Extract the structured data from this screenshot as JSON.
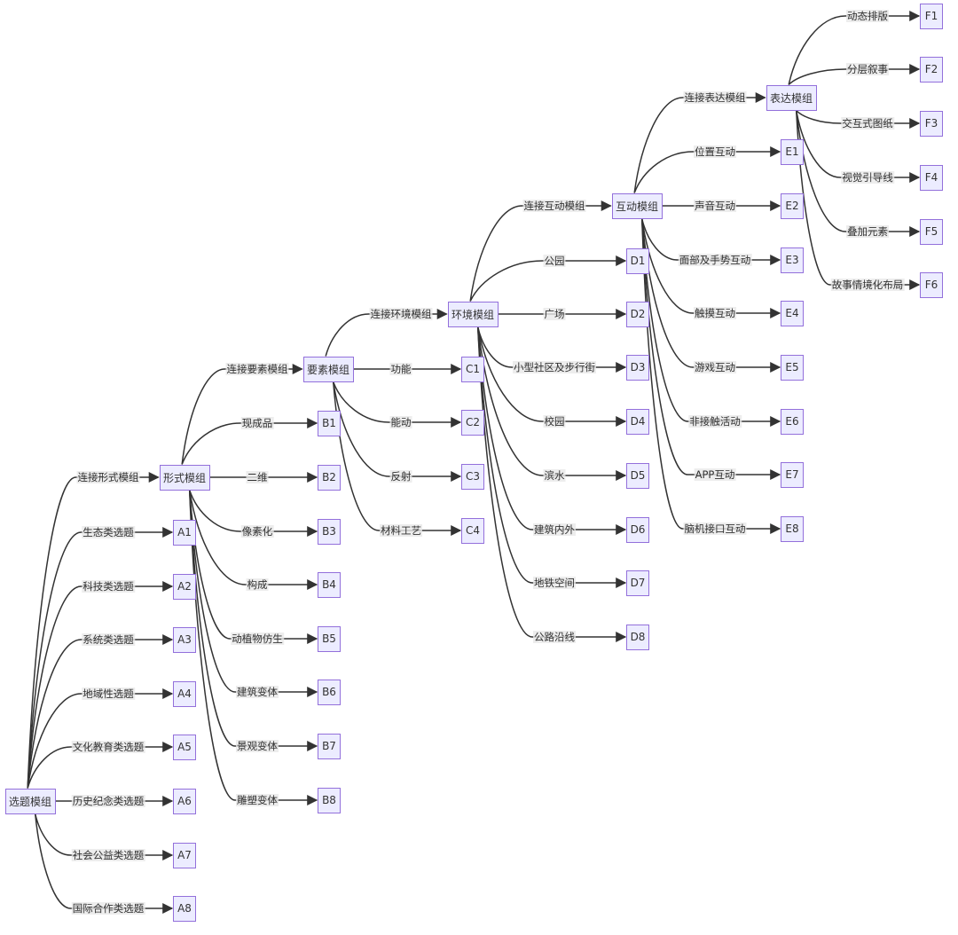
{
  "colors": {
    "node_fill": "#ECECFF",
    "node_border": "#9370DB",
    "edge": "#333333",
    "label_bg": "#E8E8E8"
  },
  "nodes": [
    {
      "id": "S",
      "label": "选题模组"
    },
    {
      "id": "A1",
      "label": "A1"
    },
    {
      "id": "A2",
      "label": "A2"
    },
    {
      "id": "A3",
      "label": "A3"
    },
    {
      "id": "A4",
      "label": "A4"
    },
    {
      "id": "A5",
      "label": "A5"
    },
    {
      "id": "A6",
      "label": "A6"
    },
    {
      "id": "A7",
      "label": "A7"
    },
    {
      "id": "A8",
      "label": "A8"
    },
    {
      "id": "FM",
      "label": "形式模组"
    },
    {
      "id": "B1",
      "label": "B1"
    },
    {
      "id": "B2",
      "label": "B2"
    },
    {
      "id": "B3",
      "label": "B3"
    },
    {
      "id": "B4",
      "label": "B4"
    },
    {
      "id": "B5",
      "label": "B5"
    },
    {
      "id": "B6",
      "label": "B6"
    },
    {
      "id": "B7",
      "label": "B7"
    },
    {
      "id": "B8",
      "label": "B8"
    },
    {
      "id": "YM",
      "label": "要素模组"
    },
    {
      "id": "C1",
      "label": "C1"
    },
    {
      "id": "C2",
      "label": "C2"
    },
    {
      "id": "C3",
      "label": "C3"
    },
    {
      "id": "C4",
      "label": "C4"
    },
    {
      "id": "HM",
      "label": "环境模组"
    },
    {
      "id": "D1",
      "label": "D1"
    },
    {
      "id": "D2",
      "label": "D2"
    },
    {
      "id": "D3",
      "label": "D3"
    },
    {
      "id": "D4",
      "label": "D4"
    },
    {
      "id": "D5",
      "label": "D5"
    },
    {
      "id": "D6",
      "label": "D6"
    },
    {
      "id": "D7",
      "label": "D7"
    },
    {
      "id": "D8",
      "label": "D8"
    },
    {
      "id": "IM",
      "label": "互动模组"
    },
    {
      "id": "E1",
      "label": "E1"
    },
    {
      "id": "E2",
      "label": "E2"
    },
    {
      "id": "E3",
      "label": "E3"
    },
    {
      "id": "E4",
      "label": "E4"
    },
    {
      "id": "E5",
      "label": "E5"
    },
    {
      "id": "E6",
      "label": "E6"
    },
    {
      "id": "E7",
      "label": "E7"
    },
    {
      "id": "E8",
      "label": "E8"
    },
    {
      "id": "BM",
      "label": "表达模组"
    },
    {
      "id": "F1",
      "label": "F1"
    },
    {
      "id": "F2",
      "label": "F2"
    },
    {
      "id": "F3",
      "label": "F3"
    },
    {
      "id": "F4",
      "label": "F4"
    },
    {
      "id": "F5",
      "label": "F5"
    },
    {
      "id": "F6",
      "label": "F6"
    }
  ],
  "edges": [
    {
      "from": "S",
      "to": "FM",
      "label": "连接形式模组"
    },
    {
      "from": "S",
      "to": "A1",
      "label": "生态类选题"
    },
    {
      "from": "S",
      "to": "A2",
      "label": "科技类选题"
    },
    {
      "from": "S",
      "to": "A3",
      "label": "系统类选题"
    },
    {
      "from": "S",
      "to": "A4",
      "label": "地域性选题"
    },
    {
      "from": "S",
      "to": "A5",
      "label": "文化教育类选题"
    },
    {
      "from": "S",
      "to": "A6",
      "label": "历史纪念类选题"
    },
    {
      "from": "S",
      "to": "A7",
      "label": "社会公益类选题"
    },
    {
      "from": "S",
      "to": "A8",
      "label": "国际合作类选题"
    },
    {
      "from": "FM",
      "to": "YM",
      "label": "连接要素模组"
    },
    {
      "from": "FM",
      "to": "B1",
      "label": "现成品"
    },
    {
      "from": "FM",
      "to": "B2",
      "label": "二维"
    },
    {
      "from": "FM",
      "to": "B3",
      "label": "像素化"
    },
    {
      "from": "FM",
      "to": "B4",
      "label": "构成"
    },
    {
      "from": "FM",
      "to": "B5",
      "label": "动植物仿生"
    },
    {
      "from": "FM",
      "to": "B6",
      "label": "建筑变体"
    },
    {
      "from": "FM",
      "to": "B7",
      "label": "景观变体"
    },
    {
      "from": "FM",
      "to": "B8",
      "label": "雕塑变体"
    },
    {
      "from": "YM",
      "to": "HM",
      "label": "连接环境模组"
    },
    {
      "from": "YM",
      "to": "C1",
      "label": "功能"
    },
    {
      "from": "YM",
      "to": "C2",
      "label": "能动"
    },
    {
      "from": "YM",
      "to": "C3",
      "label": "反射"
    },
    {
      "from": "YM",
      "to": "C4",
      "label": "材料工艺"
    },
    {
      "from": "HM",
      "to": "IM",
      "label": "连接互动模组"
    },
    {
      "from": "HM",
      "to": "D1",
      "label": "公园"
    },
    {
      "from": "HM",
      "to": "D2",
      "label": "广场"
    },
    {
      "from": "HM",
      "to": "D3",
      "label": "小型社区及步行街"
    },
    {
      "from": "HM",
      "to": "D4",
      "label": "校园"
    },
    {
      "from": "HM",
      "to": "D5",
      "label": "滨水"
    },
    {
      "from": "HM",
      "to": "D6",
      "label": "建筑内外"
    },
    {
      "from": "HM",
      "to": "D7",
      "label": "地铁空间"
    },
    {
      "from": "HM",
      "to": "D8",
      "label": "公路沿线"
    },
    {
      "from": "IM",
      "to": "BM",
      "label": "连接表达模组"
    },
    {
      "from": "IM",
      "to": "E1",
      "label": "位置互动"
    },
    {
      "from": "IM",
      "to": "E2",
      "label": "声音互动"
    },
    {
      "from": "IM",
      "to": "E3",
      "label": "面部及手势互动"
    },
    {
      "from": "IM",
      "to": "E4",
      "label": "触摸互动"
    },
    {
      "from": "IM",
      "to": "E5",
      "label": "游戏互动"
    },
    {
      "from": "IM",
      "to": "E6",
      "label": "非接触活动"
    },
    {
      "from": "IM",
      "to": "E7",
      "label": "APP互动"
    },
    {
      "from": "IM",
      "to": "E8",
      "label": "脑机接口互动"
    },
    {
      "from": "BM",
      "to": "F1",
      "label": "动态排版"
    },
    {
      "from": "BM",
      "to": "F2",
      "label": "分层叙事"
    },
    {
      "from": "BM",
      "to": "F3",
      "label": "交互式图纸"
    },
    {
      "from": "BM",
      "to": "F4",
      "label": "视觉引导线"
    },
    {
      "from": "BM",
      "to": "F5",
      "label": "叠加元素"
    },
    {
      "from": "BM",
      "to": "F6",
      "label": "故事情境化布局"
    }
  ]
}
